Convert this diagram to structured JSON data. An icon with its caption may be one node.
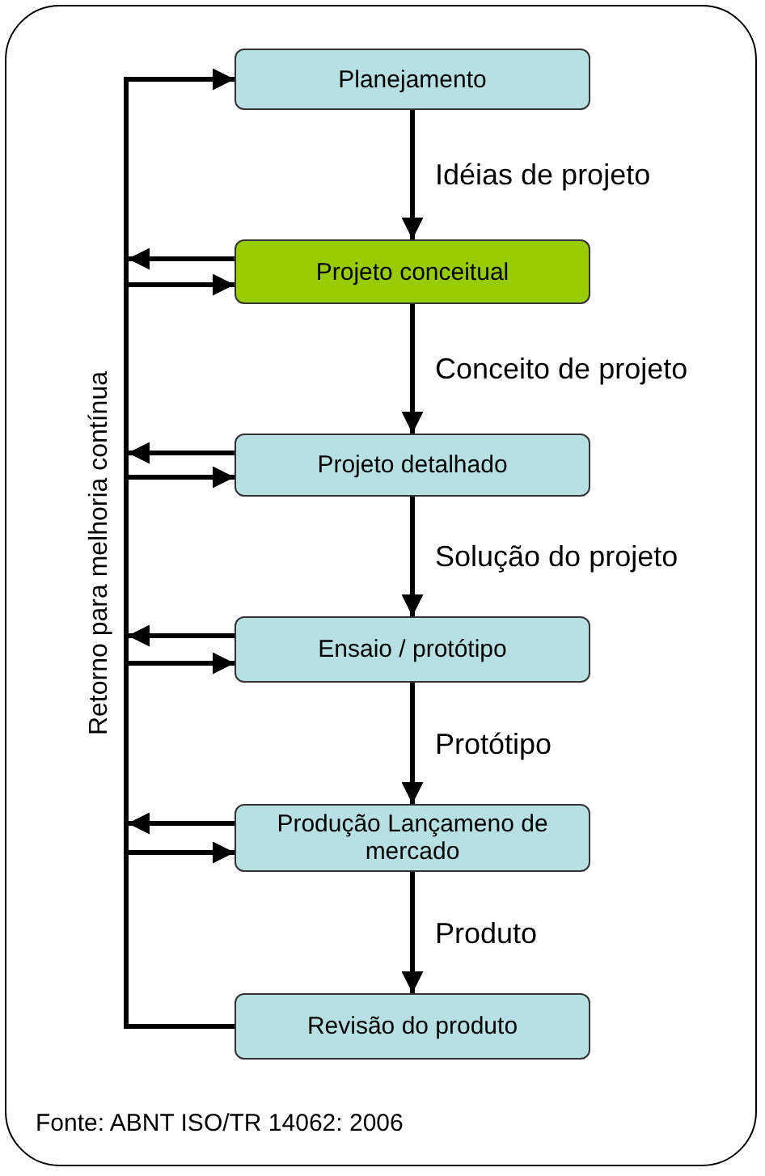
{
  "diagram": {
    "caption": "Fonte: ABNT ISO/TR 14062: 2006",
    "nodes": [
      {
        "text": [
          "Planejamento"
        ]
      },
      {
        "text": [
          "Projeto conceitual"
        ]
      },
      {
        "text": [
          "Projeto detalhado"
        ]
      },
      {
        "text": [
          "Ensaio / protótipo"
        ]
      },
      {
        "text": [
          "Produção Lançameno de mercado"
        ]
      },
      {
        "text": [
          "Revisão do produto"
        ]
      }
    ],
    "edges": [
      {
        "from": 0,
        "to": 1,
        "arrow": "to",
        "label": "Idéias de projeto"
      },
      {
        "from": 1,
        "to": 2,
        "arrow": "to",
        "label": "Conceito de projeto"
      },
      {
        "from": 2,
        "to": 3,
        "arrow": "to",
        "label": "Solução do projeto"
      },
      {
        "from": 3,
        "to": 4,
        "arrow": "to",
        "label": "Protótipo"
      },
      {
        "from": 4,
        "to": 5,
        "arrow": "to",
        "label": "Produto"
      },
      {
        "from": 5,
        "to": 0,
        "arrow": "to",
        "label": "Retorno para melhoria contínua"
      },
      {
        "from": 1,
        "to": null,
        "arrow": "to"
      },
      {
        "from": null,
        "to": 1,
        "arrow": "to"
      },
      {
        "from": 2,
        "to": null,
        "arrow": "to"
      },
      {
        "from": null,
        "to": 2,
        "arrow": "to"
      },
      {
        "from": 3,
        "to": null,
        "arrow": "to"
      },
      {
        "from": null,
        "to": 3,
        "arrow": "to"
      },
      {
        "from": 4,
        "to": null,
        "arrow": "to"
      },
      {
        "from": null,
        "to": 4,
        "arrow": "to"
      }
    ]
  }
}
